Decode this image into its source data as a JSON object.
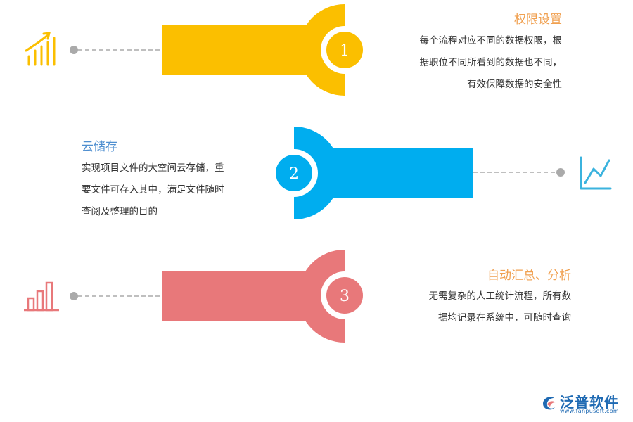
{
  "colors": {
    "step1": "#fbbf00",
    "step2": "#00adef",
    "step3": "#e8787a",
    "title1": "#f0a050",
    "title2": "#4f8fd0",
    "title3": "#f0a050",
    "connector": "#aaaaaa",
    "logo": "#1f6ab3"
  },
  "steps": [
    {
      "number": "1",
      "title": "权限设置",
      "lines": [
        "每个流程对应不同的数据权限，根",
        "据职位不同所看到的数据也不同，",
        "有效保障数据的安全性"
      ],
      "icon": "bar-chart-trend-icon"
    },
    {
      "number": "2",
      "title": "云储存",
      "lines": [
        "实现项目文件的大空间云存储，重",
        "要文件可存入其中，满足文件随时",
        "查阅及整理的目的"
      ],
      "icon": "line-chart-icon"
    },
    {
      "number": "3",
      "title": "自动汇总、分析",
      "lines": [
        "无需复杂的人工统计流程，所有数",
        "据均记录在系统中，可随时查询"
      ],
      "icon": "bar-chart-icon"
    }
  ],
  "logo": {
    "name": "泛普软件",
    "url": "www.fanpusoft.com"
  }
}
